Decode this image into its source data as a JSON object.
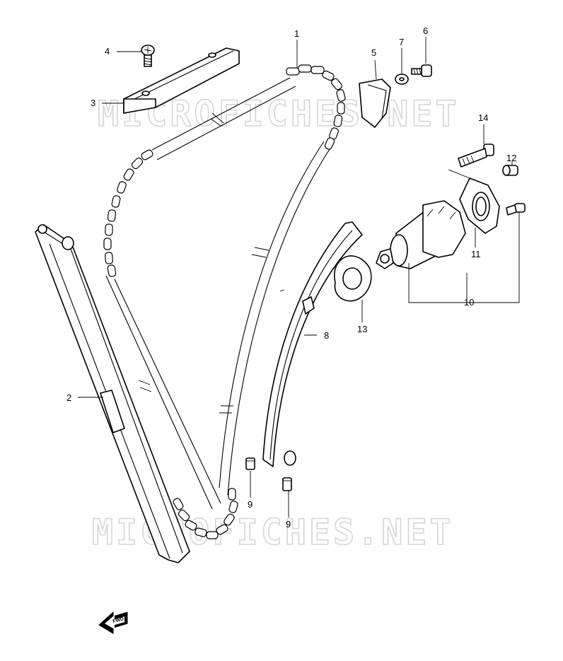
{
  "watermark": "MICROFICHES.NET",
  "fwd_label": "FWD",
  "callouts": [
    "1",
    "2",
    "3",
    "4",
    "5",
    "6",
    "7",
    "8",
    "9",
    "9",
    "10",
    "11",
    "12",
    "13",
    "14"
  ]
}
